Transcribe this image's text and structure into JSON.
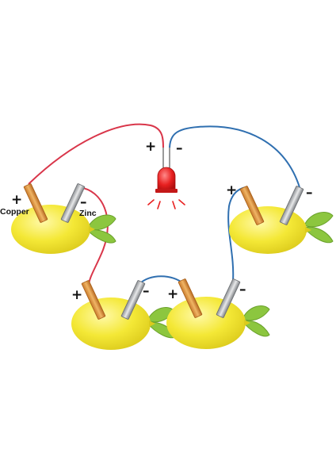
{
  "diagram": {
    "labels": {
      "copper": "Copper",
      "zinc": "Zinc"
    },
    "signs": {
      "plus": "+",
      "minus": "–"
    },
    "colors": {
      "lemon": "#f4e836",
      "lemon_shadow": "#d9c91a",
      "leaf": "#8cc63f",
      "leaf_dark": "#5e9a1f",
      "copper": "#e9a24a",
      "copper_dark": "#a8601b",
      "zinc": "#c9cbcd",
      "zinc_dark": "#6b6e72",
      "wire_positive": "#d9364a",
      "wire_negative": "#2f6fb0",
      "led": "#e82020",
      "led_lead": "#9a9a9a"
    },
    "lemons": [
      {
        "id": "lemon-1"
      },
      {
        "id": "lemon-2"
      },
      {
        "id": "lemon-3"
      },
      {
        "id": "lemon-4"
      }
    ],
    "led": {
      "id": "led"
    }
  }
}
